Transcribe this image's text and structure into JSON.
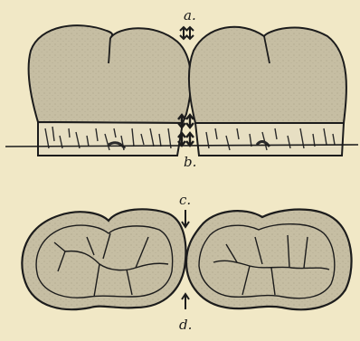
{
  "labels": {
    "a": "a.",
    "b": "b.",
    "c": "c.",
    "d": "d."
  },
  "colors": {
    "paper": "#f1e8c6",
    "crown_fill": "#c8c0a6",
    "root_fill": "#e6ddc0",
    "ink": "#1c1c1c"
  }
}
